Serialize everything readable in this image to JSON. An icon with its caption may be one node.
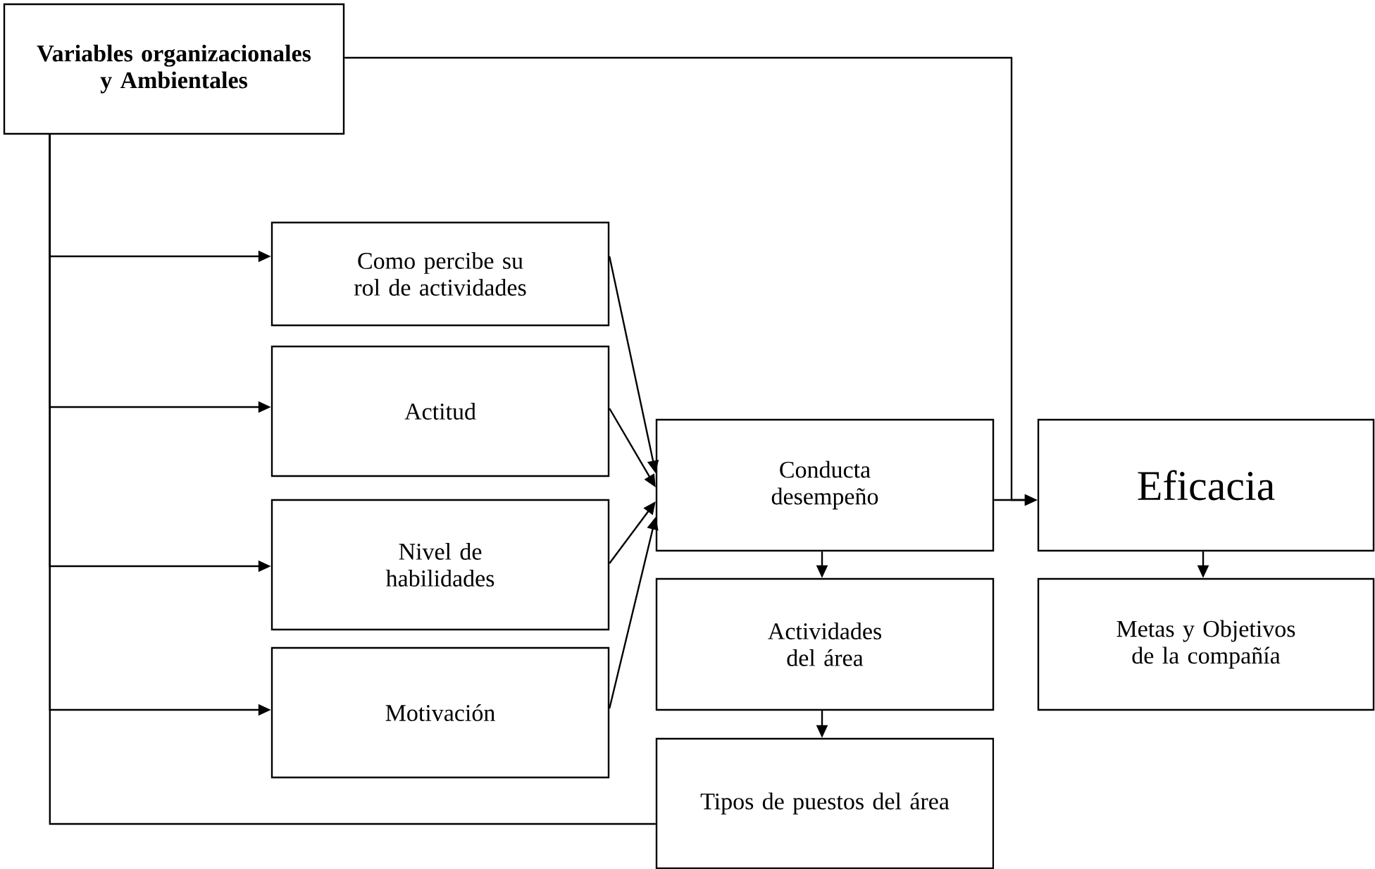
{
  "diagram": {
    "nodes": [
      {
        "text": [
          "Variables organizacionales y Ambientales"
        ]
      },
      {
        "text": [
          "Como percibe su rol de actividades"
        ]
      },
      {
        "text": [
          "Actitud"
        ]
      },
      {
        "text": [
          "Nivel de habilidades"
        ]
      },
      {
        "text": [
          "Motivación"
        ]
      },
      {
        "text": [
          "Conducta desempeño"
        ]
      },
      {
        "text": [
          "Eficacia"
        ]
      },
      {
        "text": [
          "Actividades del área"
        ]
      },
      {
        "text": [
          "Metas y Objetivos de la compañía"
        ]
      },
      {
        "text": [
          "Tipos de puestos del área"
        ]
      }
    ],
    "edges": [
      {
        "from": 0,
        "to": 1,
        "arrow": "to"
      },
      {
        "from": 0,
        "to": 2,
        "arrow": "to"
      },
      {
        "from": 0,
        "to": 3,
        "arrow": "to"
      },
      {
        "from": 0,
        "to": 4,
        "arrow": "to"
      },
      {
        "from": 0,
        "to": 9,
        "arrow": "none"
      },
      {
        "from": 0,
        "to": 6,
        "arrow": "to"
      },
      {
        "from": 1,
        "to": 5,
        "arrow": "to"
      },
      {
        "from": 2,
        "to": 5,
        "arrow": "to"
      },
      {
        "from": 3,
        "to": 5,
        "arrow": "to"
      },
      {
        "from": 4,
        "to": 5,
        "arrow": "to"
      },
      {
        "from": 5,
        "to": 6,
        "arrow": "to"
      },
      {
        "from": 5,
        "to": 7,
        "arrow": "to"
      },
      {
        "from": 7,
        "to": 9,
        "arrow": "to"
      },
      {
        "from": 6,
        "to": 8,
        "arrow": "to"
      }
    ]
  }
}
